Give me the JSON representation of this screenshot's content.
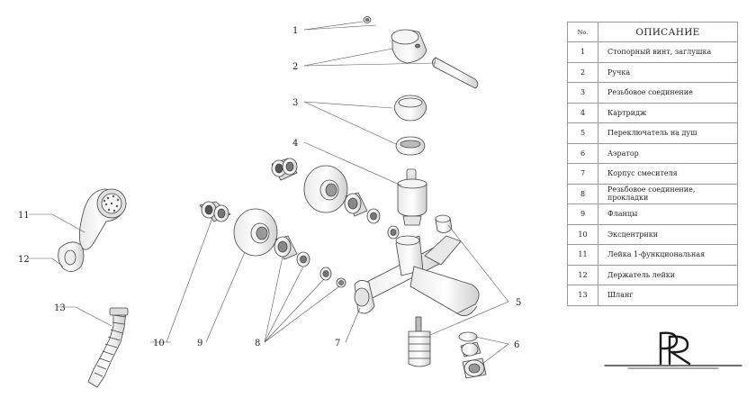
{
  "callouts": [
    {
      "id": "1",
      "text": "1"
    },
    {
      "id": "2",
      "text": "2"
    },
    {
      "id": "3",
      "text": "3"
    },
    {
      "id": "4",
      "text": "4"
    },
    {
      "id": "5",
      "text": "5"
    },
    {
      "id": "6",
      "text": "6"
    },
    {
      "id": "7",
      "text": "7"
    },
    {
      "id": "8",
      "text": "8"
    },
    {
      "id": "9",
      "text": "9"
    },
    {
      "id": "10",
      "text": "10"
    },
    {
      "id": "11",
      "text": "11"
    },
    {
      "id": "12",
      "text": "12"
    },
    {
      "id": "13",
      "text": "13"
    }
  ],
  "table": {
    "header_no": "No.",
    "header_desc": "ОПИСАНИЕ",
    "rows": [
      {
        "no": "1",
        "desc": "Стопорный винт, заглушка"
      },
      {
        "no": "2",
        "desc": "Ручка"
      },
      {
        "no": "3",
        "desc": "Резьбовое соединение"
      },
      {
        "no": "4",
        "desc": "Картридж"
      },
      {
        "no": "5",
        "desc": "Переключатель на душ"
      },
      {
        "no": "6",
        "desc": "Аэратор"
      },
      {
        "no": "7",
        "desc": "Корпус смесителя"
      },
      {
        "no": "8",
        "desc": "Резьбовое соединение, прокладки"
      },
      {
        "no": "9",
        "desc": "Фланцы"
      },
      {
        "no": "10",
        "desc": "Эксцентрики"
      },
      {
        "no": "11",
        "desc": "Лейка 1-функциональная"
      },
      {
        "no": "12",
        "desc": "Держатель лейки"
      },
      {
        "no": "13",
        "desc": "Шланг"
      }
    ]
  },
  "logo": {
    "text": "PR"
  }
}
